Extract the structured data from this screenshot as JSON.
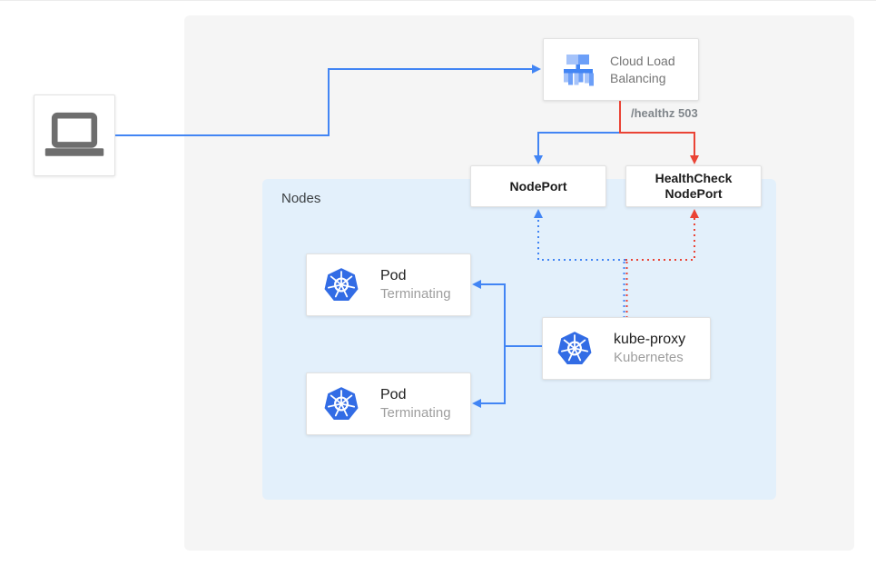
{
  "colors": {
    "blue": "#4285F4",
    "red": "#EA4335",
    "canvas_background": "#F5F5F5",
    "nodes_background": "#E3F0FB",
    "kubernetes_blue": "#326CE5",
    "title_text": "#212121",
    "subtitle_text": "#9E9E9E",
    "label_gray": "#80868B"
  },
  "diagram": {
    "nodes_container": {
      "label": "Nodes"
    },
    "edge_labels": {
      "healthz": "/healthz 503"
    },
    "client": {
      "icon": "laptop-icon"
    },
    "cloud_load_balancing": {
      "icon": "cloud-load-balancing-icon",
      "line1": "Cloud Load",
      "line2": "Balancing"
    },
    "nodeport": {
      "label": "NodePort"
    },
    "healthcheck_nodeport": {
      "line1": "HealthCheck",
      "line2": "NodePort"
    },
    "pod1": {
      "icon": "kubernetes-icon",
      "title": "Pod",
      "subtitle": "Terminating"
    },
    "pod2": {
      "icon": "kubernetes-icon",
      "title": "Pod",
      "subtitle": "Terminating"
    },
    "kube_proxy": {
      "icon": "kubernetes-icon",
      "title": "kube-proxy",
      "subtitle": "Kubernetes"
    }
  }
}
